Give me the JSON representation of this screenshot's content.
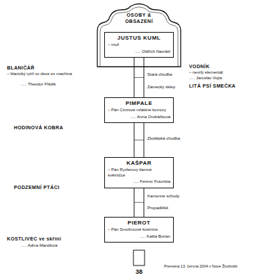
{
  "diagram": {
    "title": "OSOBY & OBSAZENÍ",
    "nodes": [
      {
        "text": [
          "JUSTUS KUML",
          "– muž",
          "..... Oldřich Navrátil"
        ]
      },
      {
        "text": [
          "PIMPALE",
          "– Pán Cimrové mlátěné komory",
          "..... Anna Ondráčková"
        ]
      },
      {
        "text": [
          "KAŠPAR",
          "– Pán Ryzlerovy tlamné světničce",
          "..... Ferenc Futurista"
        ]
      },
      {
        "text": [
          "PIEROT",
          "– Pán Smolincové kostnice",
          "..... Kašla Burian"
        ]
      }
    ],
    "edges": [
      {
        "from": 0,
        "to": 1,
        "arrow": "none"
      },
      {
        "from": 1,
        "to": 2,
        "arrow": "none"
      },
      {
        "from": 2,
        "to": 3,
        "arrow": "none"
      }
    ],
    "labels": [
      "BLANIČÁŘ",
      "– blanický rytíř co deus ex machina",
      "..... Theodor Pištěk",
      "VODNÍK",
      "– nevrlý elementál",
      "..... Jaroslav Vojta",
      "LITÁ PSÍ SMEČKA",
      "HODINOVÁ KOBRA",
      "PODZEMNÍ PTÁCI",
      "KOSTLIVEC ve skříni",
      "..... Adina Mandlová",
      "Stará chodba",
      "Zámecký sklep",
      "Zlodějská chodba",
      "Kamenné schody",
      "Propadliště",
      "Premiéra 13. června 2004 v Nové Živohošti",
      "38"
    ]
  }
}
